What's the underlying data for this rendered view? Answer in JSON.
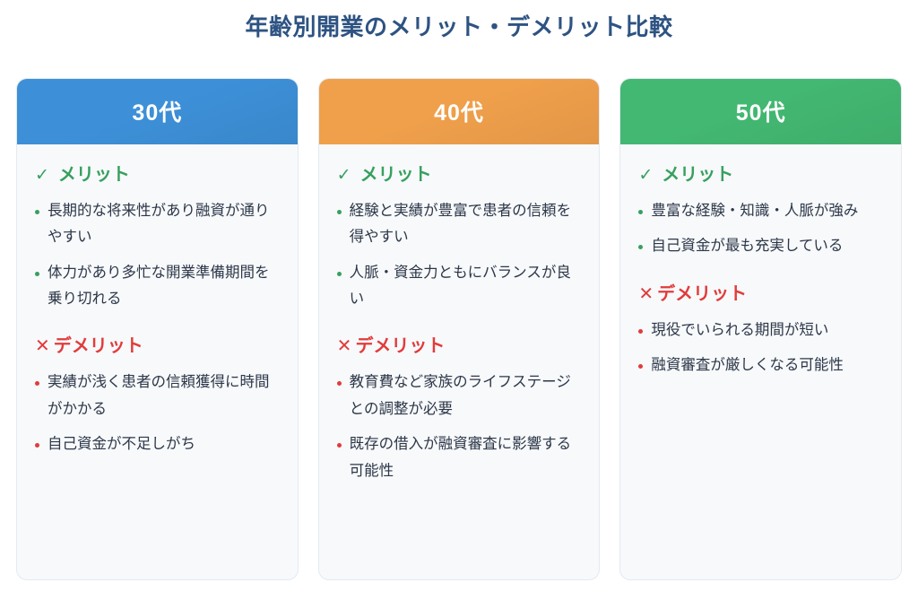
{
  "title": "年齢別開業のメリット・デメリット比較",
  "colors": {
    "title": "#2d5382",
    "merit": "#37a05e",
    "demerit": "#e23b3b",
    "body_text": "#2d3748",
    "card_bg": "#f7f9fb",
    "card_border": "#e4eaf1",
    "col1_header": "#3d90d8",
    "col2_header": "#f0a04b",
    "col3_header": "#43b872"
  },
  "marks": {
    "check": "✓",
    "cross": "✕"
  },
  "columns": [
    {
      "header": "30代",
      "header_color": "#3d90d8",
      "merit_label": "メリット",
      "merits": [
        "長期的な将来性があり融資が通りやすい",
        "体力があり多忙な開業準備期間を乗り切れる"
      ],
      "demerit_label": "デメリット",
      "demerits": [
        "実績が浅く患者の信頼獲得に時間がかかる",
        "自己資金が不足しがち"
      ]
    },
    {
      "header": "40代",
      "header_color": "#f0a04b",
      "merit_label": "メリット",
      "merits": [
        "経験と実績が豊富で患者の信頼を得やすい",
        "人脈・資金力ともにバランスが良い"
      ],
      "demerit_label": "デメリット",
      "demerits": [
        "教育費など家族のライフステージとの調整が必要",
        "既存の借入が融資審査に影響する可能性"
      ]
    },
    {
      "header": "50代",
      "header_color": "#43b872",
      "merit_label": "メリット",
      "merits": [
        "豊富な経験・知識・人脈が強み",
        "自己資金が最も充実している"
      ],
      "demerit_label": "デメリット",
      "demerits": [
        "現役でいられる期間が短い",
        "融資審査が厳しくなる可能性"
      ]
    }
  ]
}
